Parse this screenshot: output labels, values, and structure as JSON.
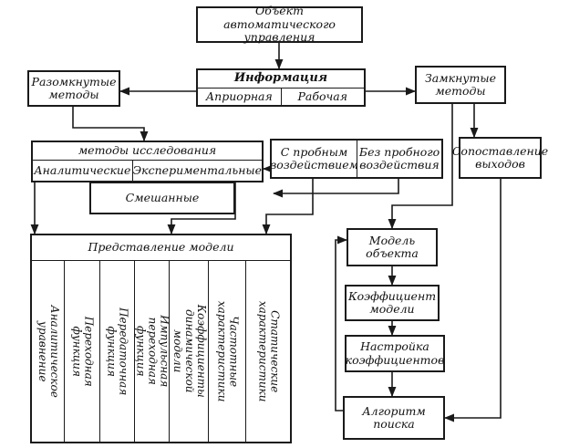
{
  "diagram": {
    "object": [
      "Объект автоматического",
      "управления"
    ],
    "information": {
      "title": "Информация",
      "apriori": "Априорная",
      "working": "Рабочая"
    },
    "open_methods": [
      "Разомкнутые",
      "методы"
    ],
    "closed_methods": [
      "Замкнутые",
      "методы"
    ],
    "research_methods": {
      "title": "методы исследования",
      "analytical": "Аналитические",
      "experimental": "Экспериментальные",
      "mixed": "Смешанные"
    },
    "with_test": [
      "С пробным",
      "воздействием"
    ],
    "without_test": [
      "Без пробного",
      "воздействия"
    ],
    "output_comparison": [
      "Сопоставление",
      "выходов"
    ],
    "model_representation": {
      "title": "Представление модели",
      "columns": [
        [
          "Аналитическое",
          "уравнение"
        ],
        [
          "Переходная",
          "функция"
        ],
        [
          "Передаточная",
          "функция"
        ],
        [
          "Импульсная",
          "переходная",
          "функция"
        ],
        [
          "Коэффициенты",
          "динамической",
          "модели"
        ],
        [
          "Частотные",
          "характеристики"
        ],
        [
          "Статические",
          "характеристики"
        ]
      ]
    },
    "object_model": [
      "Модель",
      "объекта"
    ],
    "model_coefficient": [
      "Коэффициент",
      "модели"
    ],
    "coefficient_tuning": [
      "Настройка",
      "коэффициентов"
    ],
    "search_algorithm": [
      "Алгоритм",
      "поиска"
    ]
  }
}
